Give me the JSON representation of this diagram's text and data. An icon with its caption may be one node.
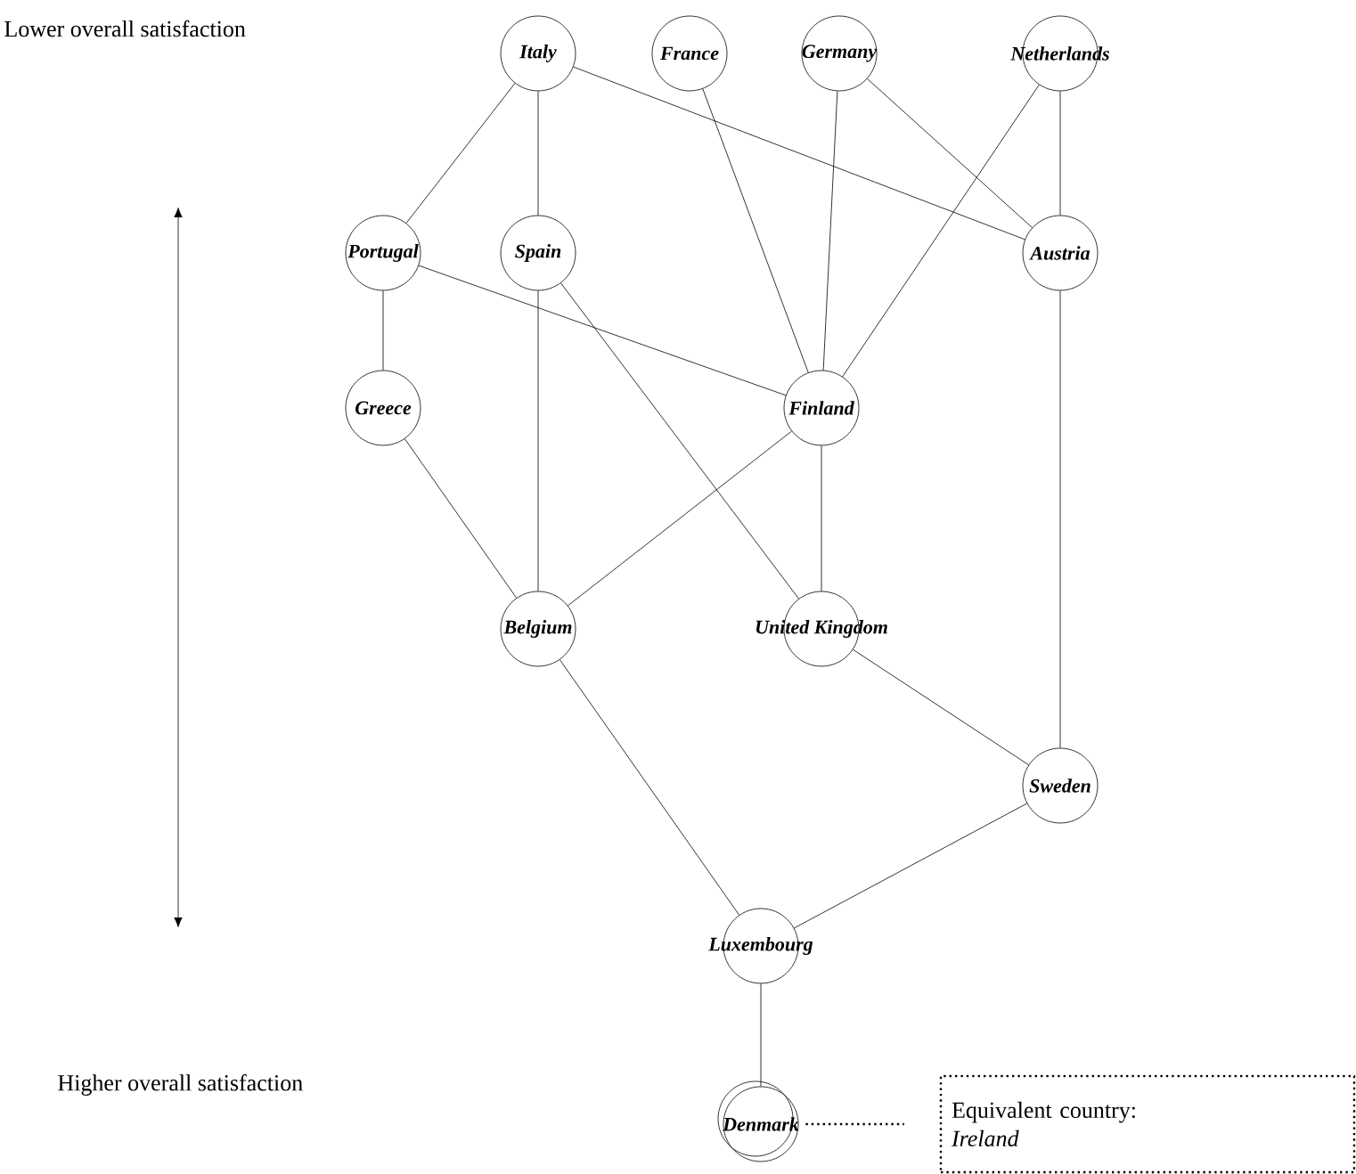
{
  "diagram": {
    "nodes": [
      {
        "text": [
          "Italy"
        ]
      },
      {
        "text": [
          "France"
        ]
      },
      {
        "text": [
          "Germany"
        ]
      },
      {
        "text": [
          "Netherlands"
        ]
      },
      {
        "text": [
          "Portugal"
        ]
      },
      {
        "text": [
          "Spain"
        ]
      },
      {
        "text": [
          "Austria"
        ]
      },
      {
        "text": [
          "Greece"
        ]
      },
      {
        "text": [
          "Finland"
        ]
      },
      {
        "text": [
          "Belgium"
        ]
      },
      {
        "text": [
          "United Kingdom"
        ]
      },
      {
        "text": [
          "Sweden"
        ]
      },
      {
        "text": [
          "Luxembourg"
        ]
      },
      {
        "text": [
          "Denmark"
        ]
      },
      {
        "text": [
          "Equivalent country:",
          "*Ireland*"
        ]
      }
    ],
    "edges": [
      {
        "from": 0,
        "to": 4,
        "arrow": "none"
      },
      {
        "from": 0,
        "to": 5,
        "arrow": "none"
      },
      {
        "from": 0,
        "to": 6,
        "arrow": "none"
      },
      {
        "from": 1,
        "to": 8,
        "arrow": "none"
      },
      {
        "from": 2,
        "to": 8,
        "arrow": "none"
      },
      {
        "from": 2,
        "to": 6,
        "arrow": "none"
      },
      {
        "from": 3,
        "to": 8,
        "arrow": "none"
      },
      {
        "from": 3,
        "to": 6,
        "arrow": "none"
      },
      {
        "from": 4,
        "to": 7,
        "arrow": "none"
      },
      {
        "from": 4,
        "to": 8,
        "arrow": "none"
      },
      {
        "from": 5,
        "to": 9,
        "arrow": "none"
      },
      {
        "from": 5,
        "to": 10,
        "arrow": "none"
      },
      {
        "from": 7,
        "to": 9,
        "arrow": "none"
      },
      {
        "from": 8,
        "to": 9,
        "arrow": "none"
      },
      {
        "from": 8,
        "to": 10,
        "arrow": "none"
      },
      {
        "from": 6,
        "to": 11,
        "arrow": "none"
      },
      {
        "from": 9,
        "to": 12,
        "arrow": "none"
      },
      {
        "from": 10,
        "to": 11,
        "arrow": "none"
      },
      {
        "from": 11,
        "to": 12,
        "arrow": "none"
      },
      {
        "from": 12,
        "to": 13,
        "arrow": "none"
      },
      {
        "from": 13,
        "to": 14,
        "arrow": "none",
        "style": "dashed"
      }
    ],
    "labels": [
      "Lower overall satisfaction",
      "Higher overall satisfaction"
    ]
  }
}
